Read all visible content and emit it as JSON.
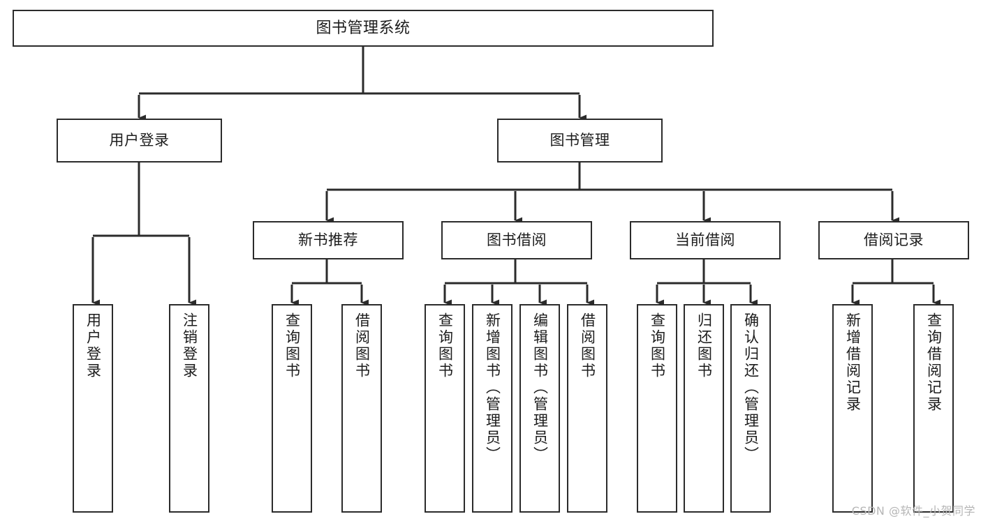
{
  "diagram": {
    "title": "图书管理系统",
    "type": "tree",
    "orientation": "top-down",
    "watermark": "CSDN @软件_小贺同学",
    "colors": {
      "node_border": "#2b2b2b",
      "node_fill": "#ffffff",
      "edge": "#2b2b2b",
      "text": "#1c1c1c",
      "watermark": "#b6b6b6",
      "background": "#ffffff"
    },
    "nodes": {
      "root": {
        "label": "图书管理系统"
      },
      "level1": [
        {
          "label": "用户登录"
        },
        {
          "label": "图书管理"
        }
      ],
      "level2": [
        {
          "label": "新书推荐"
        },
        {
          "label": "图书借阅"
        },
        {
          "label": "当前借阅"
        },
        {
          "label": "借阅记录"
        }
      ],
      "leaves": {
        "user_login": [
          {
            "label": "用户登录"
          },
          {
            "label": "注销登录"
          }
        ],
        "new_book_recommend": [
          {
            "label": "查询图书"
          },
          {
            "label": "借阅图书"
          }
        ],
        "book_borrow": [
          {
            "label": "查询图书"
          },
          {
            "label": "新增图书（管理员）"
          },
          {
            "label": "编辑图书（管理员）"
          },
          {
            "label": "借阅图书"
          }
        ],
        "current_borrow": [
          {
            "label": "查询图书"
          },
          {
            "label": "归还图书"
          },
          {
            "label": "确认归还（管理员）"
          }
        ],
        "borrow_record": [
          {
            "label": "新增借阅记录"
          },
          {
            "label": "查询借阅记录"
          }
        ]
      }
    }
  }
}
